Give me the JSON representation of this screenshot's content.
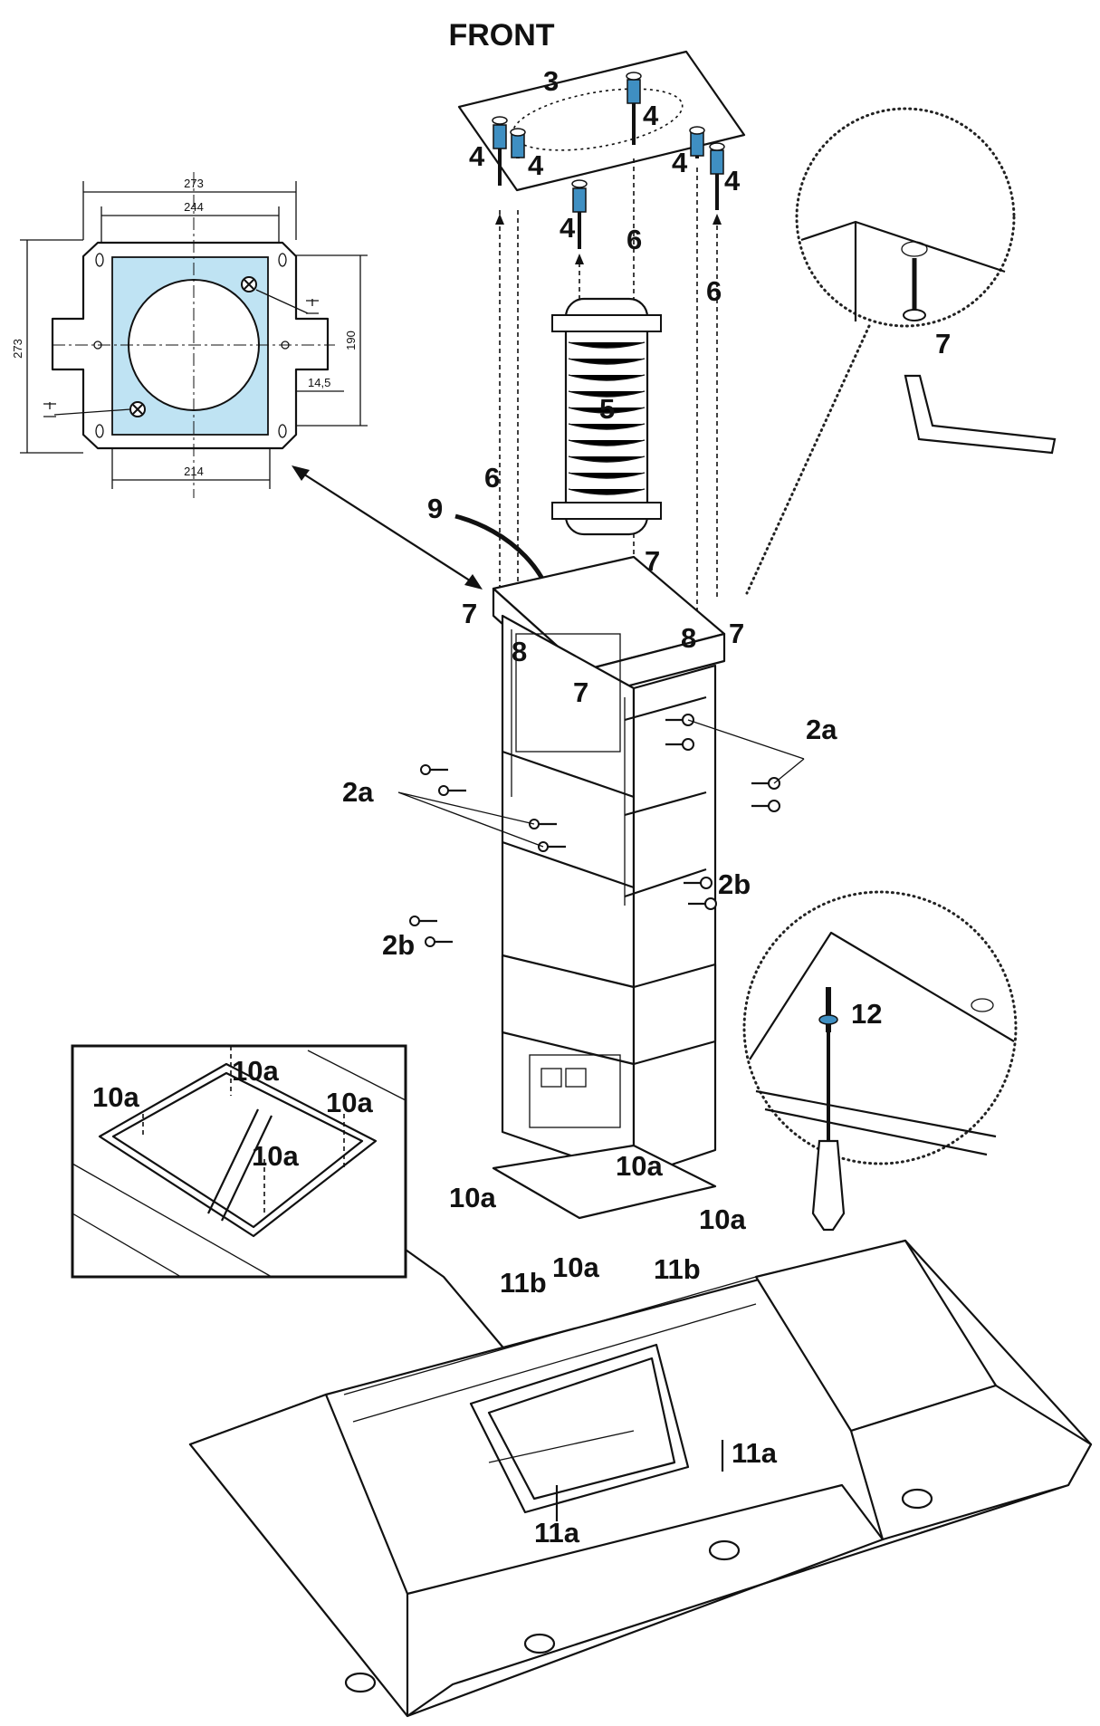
{
  "title": "FRONT",
  "bracket_dimensions": {
    "outer_width": "273",
    "inner_width": "244",
    "bottom_width": "214",
    "height_left": "273",
    "height_right": "190",
    "offset": "14,5"
  },
  "callouts": {
    "c3": "3",
    "c4": "4",
    "c5": "5",
    "c6": "6",
    "c7": "7",
    "c8": "8",
    "c9": "9",
    "c2a": "2a",
    "c2b": "2b",
    "c10a": "10a",
    "c11a": "11a",
    "c11b": "11b",
    "c12": "12"
  },
  "colors": {
    "bracket_fill": "#bfe3f3",
    "screw_blue": "#3f8fc2",
    "line": "#111111"
  }
}
